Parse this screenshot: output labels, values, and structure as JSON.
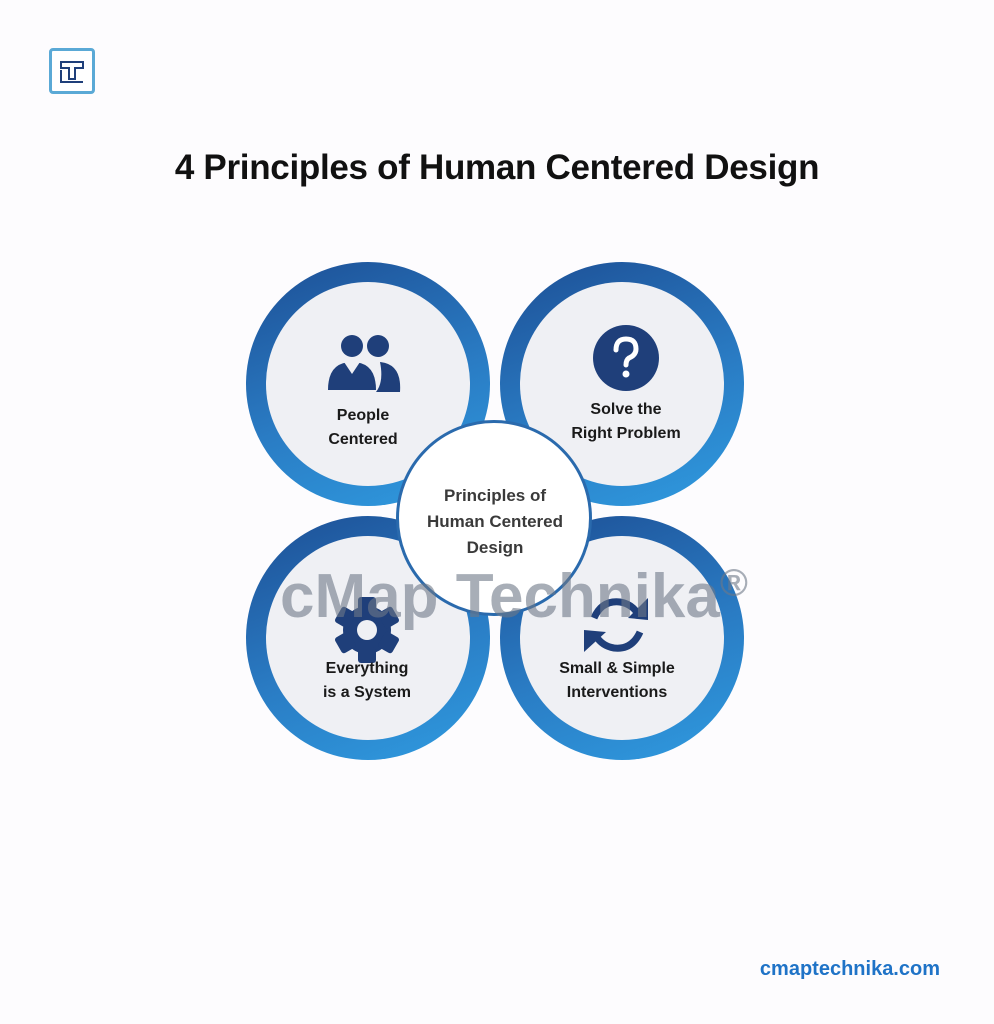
{
  "logo": {
    "letter": "T"
  },
  "title": "4 Principles of Human Centered Design",
  "center": {
    "lines": [
      "Principles of",
      "Human Centered",
      "Design"
    ]
  },
  "principles": [
    {
      "icon": "people-icon",
      "lines": [
        "People",
        "Centered"
      ]
    },
    {
      "icon": "question-icon",
      "lines": [
        "Solve the",
        "Right Problem"
      ]
    },
    {
      "icon": "gear-icon",
      "lines": [
        "Everything",
        "is a System"
      ]
    },
    {
      "icon": "refresh-icon",
      "lines": [
        "Small & Simple",
        "Interventions"
      ]
    }
  ],
  "watermark": {
    "text": "cMap Technika",
    "mark": "®"
  },
  "website": "cmaptechnika.com",
  "colors": {
    "ring_dark": "#1d4f95",
    "ring_light": "#2f9be0",
    "icon": "#1f3f7a",
    "link": "#1f73c7"
  }
}
